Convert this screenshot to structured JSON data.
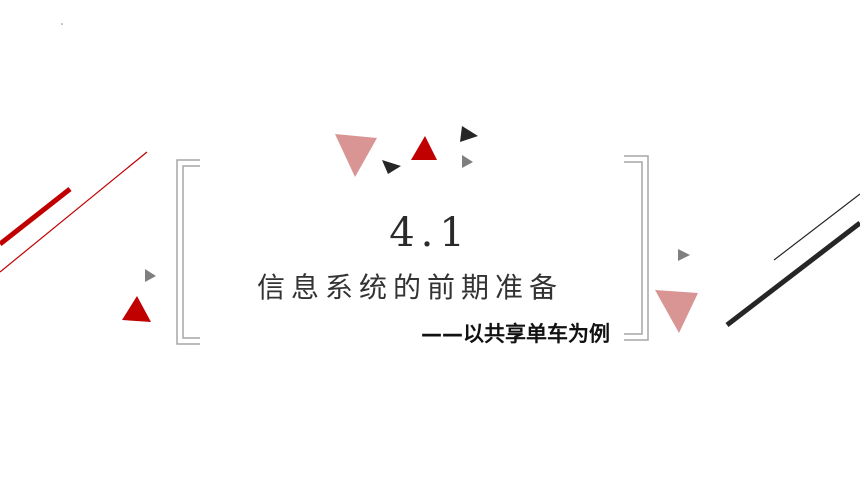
{
  "slide": {
    "section_number": "4.1",
    "title": "信息系统的前期准备",
    "subtitle": "——以共享单车为例"
  },
  "colors": {
    "red": "#c00000",
    "pink": "#d99594",
    "dark": "#262626",
    "gray": "#7f7f7f",
    "bracket": "#a6a6a6"
  },
  "icons": [
    "triangle-decoration",
    "bracket-left",
    "bracket-right",
    "diagonal-line"
  ]
}
